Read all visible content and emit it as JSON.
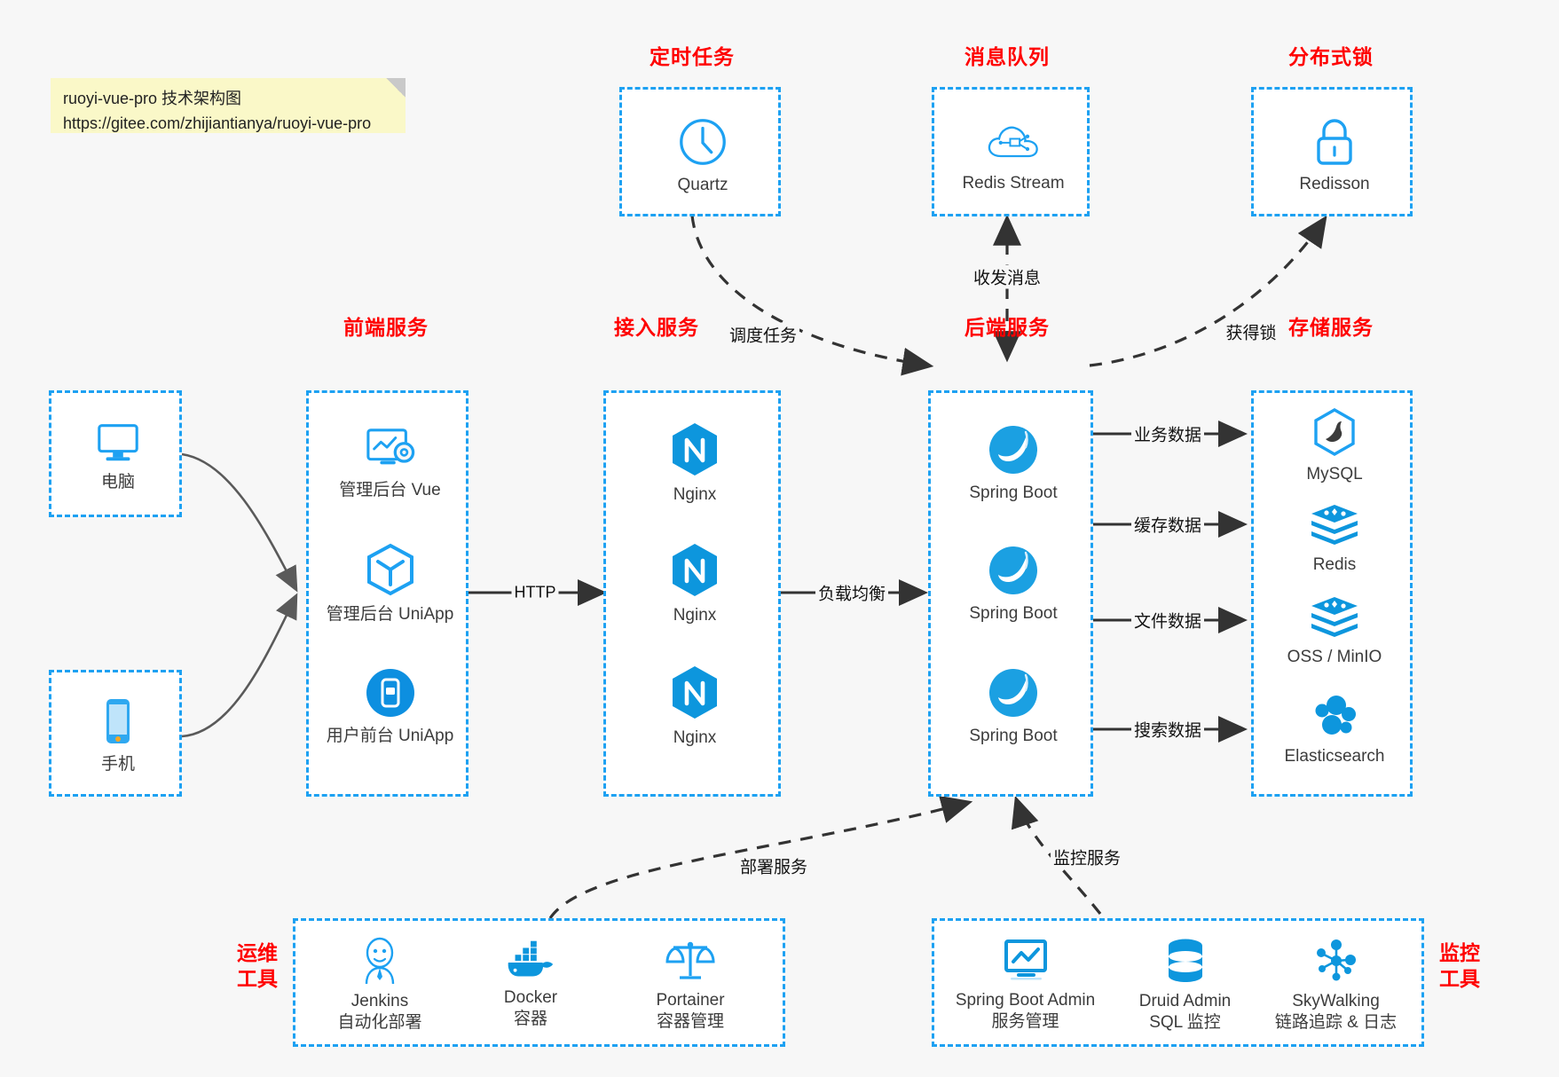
{
  "note": {
    "line1": "ruoyi-vue-pro 技术架构图",
    "line2": "https://gitee.com/zhijiantianya/ruoyi-vue-pro"
  },
  "colors": {
    "accent": "#1da1f2",
    "title_red": "#ff0000",
    "background": "#f7f7f7",
    "box_fill": "#ffffff",
    "edge": "#333333",
    "note_fill": "#faf8c8"
  },
  "groups": {
    "scheduler": {
      "title": "定时任务",
      "items": [
        {
          "label": "Quartz",
          "icon": "clock-icon"
        }
      ]
    },
    "message_queue": {
      "title": "消息队列",
      "items": [
        {
          "label": "Redis Stream",
          "icon": "cloud-network-icon"
        }
      ]
    },
    "distributed_lock": {
      "title": "分布式锁",
      "items": [
        {
          "label": "Redisson",
          "icon": "lock-icon"
        }
      ]
    },
    "clients": {
      "items": [
        {
          "label": "电脑",
          "icon": "desktop-icon"
        },
        {
          "label": "手机",
          "icon": "phone-icon"
        }
      ]
    },
    "frontend": {
      "title": "前端服务",
      "items": [
        {
          "label": "管理后台 Vue",
          "icon": "monitor-gear-icon"
        },
        {
          "label": "管理后台 UniApp",
          "icon": "hexagon-cube-icon"
        },
        {
          "label": "用户前台 UniApp",
          "icon": "mobile-app-icon"
        }
      ]
    },
    "gateway": {
      "title": "接入服务",
      "items": [
        {
          "label": "Nginx",
          "icon": "nginx-icon"
        },
        {
          "label": "Nginx",
          "icon": "nginx-icon"
        },
        {
          "label": "Nginx",
          "icon": "nginx-icon"
        }
      ]
    },
    "backend": {
      "title": "后端服务",
      "items": [
        {
          "label": "Spring Boot",
          "icon": "spring-leaf-icon"
        },
        {
          "label": "Spring Boot",
          "icon": "spring-leaf-icon"
        },
        {
          "label": "Spring Boot",
          "icon": "spring-leaf-icon"
        }
      ]
    },
    "storage": {
      "title": "存储服务",
      "items": [
        {
          "label": "MySQL",
          "icon": "mysql-dolphin-icon"
        },
        {
          "label": "Redis",
          "icon": "redis-stack-icon"
        },
        {
          "label": "OSS / MinIO",
          "icon": "redis-stack-icon"
        },
        {
          "label": "Elasticsearch",
          "icon": "elasticsearch-icon"
        }
      ]
    },
    "devops": {
      "title": "运维\n工具",
      "title_line1": "运维",
      "title_line2": "工具",
      "items": [
        {
          "label": "Jenkins",
          "sub": "自动化部署",
          "icon": "jenkins-butler-icon"
        },
        {
          "label": "Docker",
          "sub": "容器",
          "icon": "docker-whale-icon"
        },
        {
          "label": "Portainer",
          "sub": "容器管理",
          "icon": "scales-icon"
        }
      ]
    },
    "monitoring": {
      "title_line1": "监控",
      "title_line2": "工具",
      "items": [
        {
          "label": "Spring Boot Admin",
          "sub": "服务管理",
          "icon": "monitor-chart-icon"
        },
        {
          "label": "Druid Admin",
          "sub": "SQL 监控",
          "icon": "database-icon"
        },
        {
          "label": "SkyWalking",
          "sub": "链路追踪 & 日志",
          "icon": "skywalking-node-icon"
        }
      ]
    }
  },
  "edges": [
    {
      "id": "http",
      "label": "HTTP"
    },
    {
      "id": "load-balance",
      "label": "负载均衡"
    },
    {
      "id": "schedule-task",
      "label": "调度任务"
    },
    {
      "id": "send-receive-message",
      "label": "收发消息"
    },
    {
      "id": "acquire-lock",
      "label": "获得锁"
    },
    {
      "id": "business-data",
      "label": "业务数据"
    },
    {
      "id": "cache-data",
      "label": "缓存数据"
    },
    {
      "id": "file-data",
      "label": "文件数据"
    },
    {
      "id": "search-data",
      "label": "搜索数据"
    },
    {
      "id": "deploy-service",
      "label": "部署服务"
    },
    {
      "id": "monitor-service",
      "label": "监控服务"
    }
  ]
}
